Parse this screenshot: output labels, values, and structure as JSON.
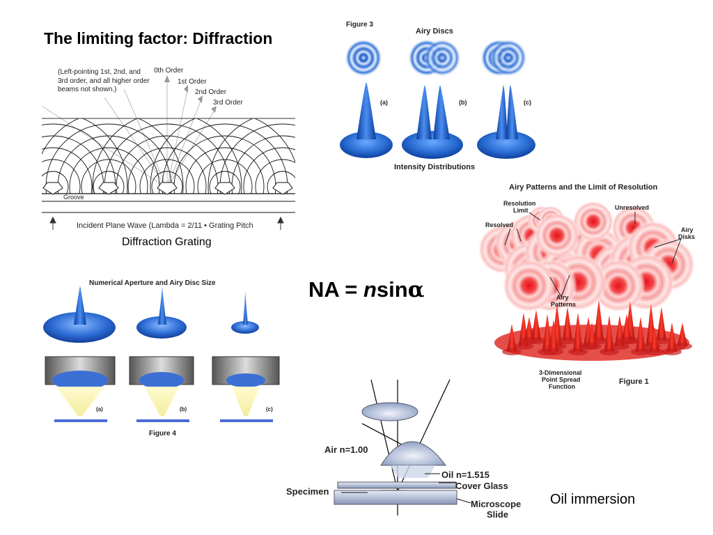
{
  "title": "The limiting factor: Diffraction",
  "grating": {
    "note_line1": "(Left-pointing 1st, 2nd, and",
    "note_line2": "3rd order, and all higher order",
    "note_line3": "beams not shown.)",
    "order0": "0th Order",
    "order1": "1st Order",
    "order2": "2nd Order",
    "order3": "3rd Order",
    "groove": "Groove",
    "incident": "Incident Plane Wave (Lambda = 2/11 • Grating Pitch",
    "caption": "Diffraction Grating"
  },
  "figure3": {
    "label": "Figure 3",
    "title": "Airy Discs",
    "a": "(a)",
    "b": "(b)",
    "c": "(c)",
    "caption": "Intensity Distributions"
  },
  "airy_patterns": {
    "title": "Airy Patterns and the Limit of Resolution",
    "resolution_limit_1": "Resolution",
    "resolution_limit_2": "Limit",
    "unresolved": "Unresolved",
    "resolved": "Resolved",
    "airy_disks_1": "Airy",
    "airy_disks_2": "Disks",
    "airy_patterns_1": "Airy",
    "airy_patterns_2": "Patterns",
    "psf_1": "3-Dimensional",
    "psf_2": "Point Spread",
    "psf_3": "Function",
    "figure": "Figure 1"
  },
  "na_figure": {
    "title": "Numerical Aperture and Airy Disc Size",
    "a": "(a)",
    "b": "(b)",
    "c": "(c)",
    "caption": "Figure 4"
  },
  "formula": {
    "prefix": "NA = ",
    "n": "n",
    "sin": "sin",
    "alpha": "α"
  },
  "oil_figure": {
    "air": "Air n=1.00",
    "oil": "Oil n=1.515",
    "cover_glass": "Cover Glass",
    "specimen": "Specimen",
    "slide_1": "Microscope",
    "slide_2": "Slide"
  },
  "oil_caption": "Oil immersion"
}
